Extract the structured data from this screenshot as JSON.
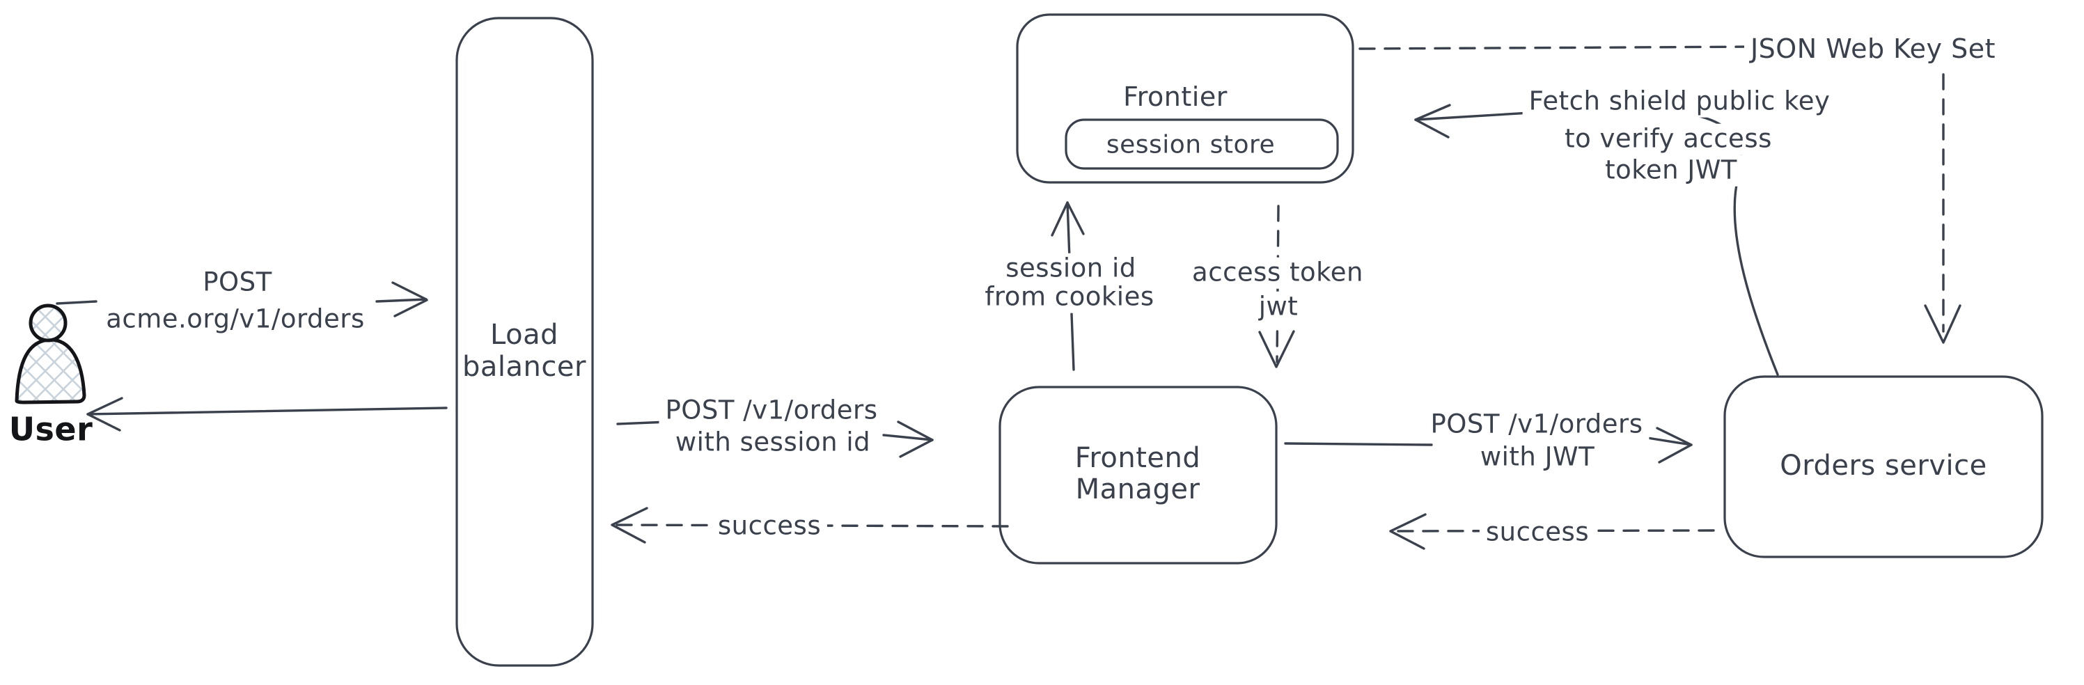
{
  "colors": {
    "ink": "#3a414c",
    "black": "#141519",
    "hatch": "#c9d3db",
    "bg": "#ffffff"
  },
  "nodes": {
    "user": {
      "label": "User"
    },
    "load_balancer": {
      "lines": [
        "Load",
        "balancer"
      ]
    },
    "frontier": {
      "label": "Frontier",
      "session_store": "session store"
    },
    "frontend_manager": {
      "lines": [
        "Frontend",
        "Manager"
      ]
    },
    "orders_service": {
      "label": "Orders service"
    },
    "jwks": {
      "label": "JSON Web Key Set"
    }
  },
  "edges": {
    "post_orders": {
      "lines": [
        "POST",
        "acme.org/v1/orders"
      ]
    },
    "post_with_session_id": {
      "lines": [
        "POST /v1/orders",
        "with session id"
      ]
    },
    "success_to_load_balancer": {
      "label": "success"
    },
    "post_with_jwt": {
      "lines": [
        "POST /v1/orders",
        "with JWT"
      ]
    },
    "success_to_frontend_manager": {
      "label": "success"
    },
    "session_id_from_cookies": {
      "lines": [
        "session id",
        "from cookies"
      ]
    },
    "access_token_jwt": {
      "lines": [
        "access token",
        "jwt"
      ]
    },
    "fetch_shield_key": {
      "lines": [
        "Fetch shield public key",
        "to verify access",
        "token JWT"
      ]
    }
  }
}
